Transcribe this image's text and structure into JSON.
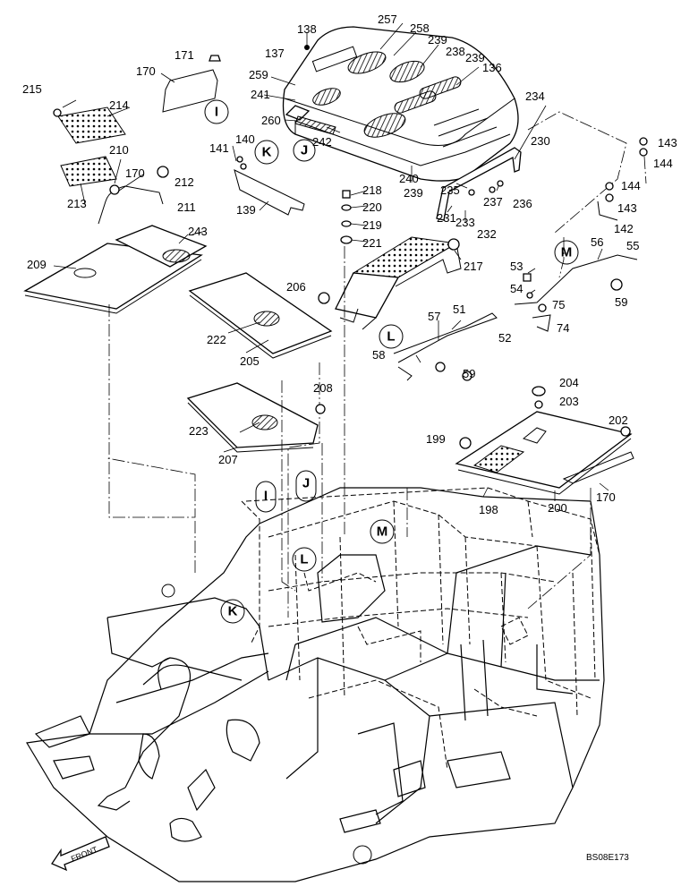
{
  "diagram": {
    "drawing_code": "BS08E173",
    "front_label": "FRONT",
    "callouts": [
      "138",
      "257",
      "258",
      "239",
      "238",
      "239",
      "136",
      "171",
      "170",
      "137",
      "259",
      "241",
      "215",
      "214",
      "260",
      "242",
      "234",
      "141",
      "140",
      "230",
      "143",
      "144",
      "210",
      "170",
      "212",
      "213",
      "218",
      "211",
      "240",
      "239",
      "235",
      "237",
      "236",
      "144",
      "143",
      "142",
      "220",
      "139",
      "243",
      "209",
      "219",
      "221",
      "231",
      "233",
      "232",
      "217",
      "56",
      "55",
      "53",
      "54",
      "206",
      "59",
      "75",
      "222",
      "57",
      "51",
      "52",
      "74",
      "205",
      "58",
      "59",
      "204",
      "208",
      "203",
      "223",
      "202",
      "199",
      "207",
      "198",
      "200",
      "170"
    ],
    "view_references": [
      "I",
      "K",
      "J",
      "I",
      "K",
      "M",
      "L",
      "J",
      "M",
      "L"
    ]
  }
}
